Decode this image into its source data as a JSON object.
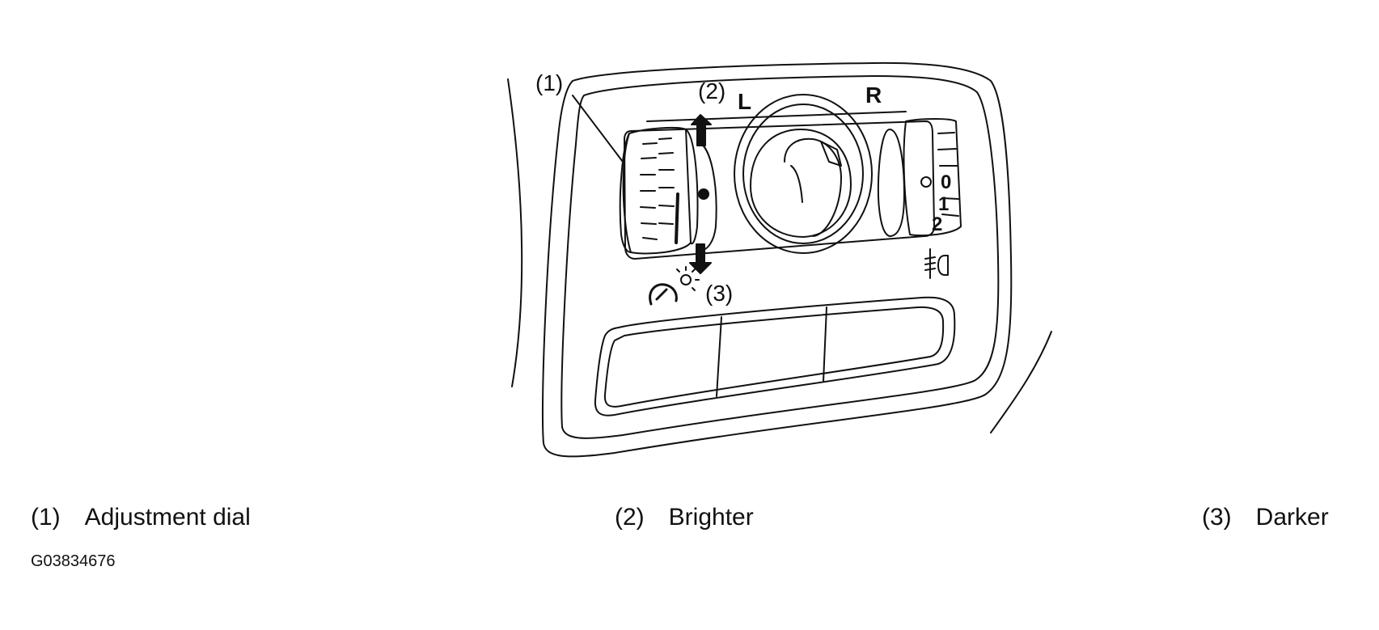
{
  "diagram": {
    "label_1": "(1)",
    "label_2": "(2)",
    "label_3": "(3)",
    "letter_left": "L",
    "letter_right": "R",
    "scale_0": "0",
    "scale_1": "1",
    "scale_2": "2"
  },
  "legend": [
    {
      "num": "(1)",
      "text": "Adjustment dial"
    },
    {
      "num": "(2)",
      "text": "Brighter"
    },
    {
      "num": "(3)",
      "text": "Darker"
    }
  ],
  "figure_id": "G03834676",
  "colors": {
    "line": "#111111",
    "background": "#ffffff"
  },
  "icons": [
    "dash-illumination-icon",
    "headlight-leveling-icon",
    "brighter-arrow-icon",
    "darker-arrow-icon"
  ]
}
